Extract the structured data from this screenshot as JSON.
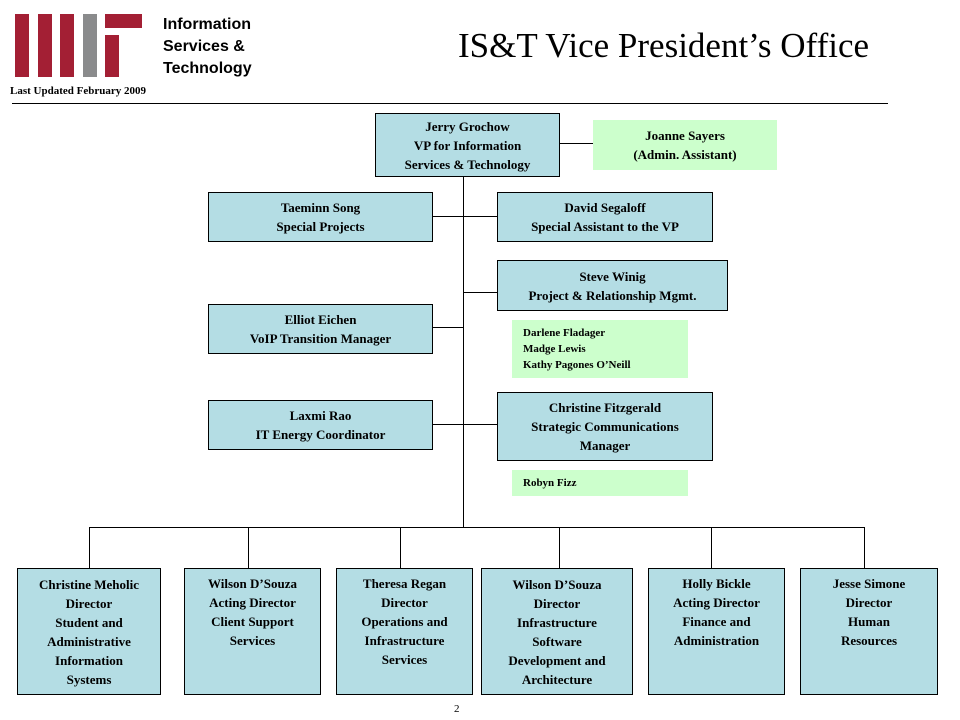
{
  "header": {
    "org_name_lines": [
      "Information",
      "Services &",
      "Technology"
    ],
    "last_updated": "Last Updated February 2009",
    "title": "IS&T Vice President’s Office"
  },
  "colors": {
    "box_fill": "#b4dde4",
    "support_fill": "#ccffcc",
    "logo_red": "#a31f34",
    "logo_grey": "#8a8b8c"
  },
  "nodes": {
    "vp": [
      "Jerry Grochow",
      "VP for Information",
      "Services & Technology"
    ],
    "admin": [
      "Joanne Sayers",
      "(Admin. Assistant)"
    ],
    "song": [
      "Taeminn Song",
      "Special Projects"
    ],
    "segaloff": [
      "David Segaloff",
      "Special Assistant to the VP"
    ],
    "winig": [
      "Steve Winig",
      "Project & Relationship Mgmt."
    ],
    "eichen": [
      "Elliot Eichen",
      "VoIP Transition Manager"
    ],
    "rao": [
      "Laxmi Rao",
      "IT Energy Coordinator"
    ],
    "fitzgerald": [
      "Christine Fitzgerald",
      "Strategic Communications",
      "Manager"
    ]
  },
  "support_lists": {
    "winig_team": [
      "Darlene Fladager",
      "Madge Lewis",
      "Kathy Pagones O’Neill"
    ],
    "fitzgerald_team": [
      "Robyn Fizz"
    ]
  },
  "directors": [
    [
      "Christine Meholic",
      "Director",
      "Student and",
      "Administrative",
      "Information",
      "Systems"
    ],
    [
      "Wilson D’Souza",
      "Acting Director",
      "Client Support",
      "Services"
    ],
    [
      "Theresa Regan",
      "Director",
      "Operations and",
      "Infrastructure",
      "Services"
    ],
    [
      "Wilson D’Souza",
      "Director",
      "Infrastructure",
      "Software",
      "Development and",
      "Architecture"
    ],
    [
      "Holly Bickle",
      "Acting Director",
      "Finance and",
      "Administration"
    ],
    [
      "Jesse Simone",
      "Director",
      "Human",
      "Resources"
    ]
  ],
  "page_number": "2"
}
